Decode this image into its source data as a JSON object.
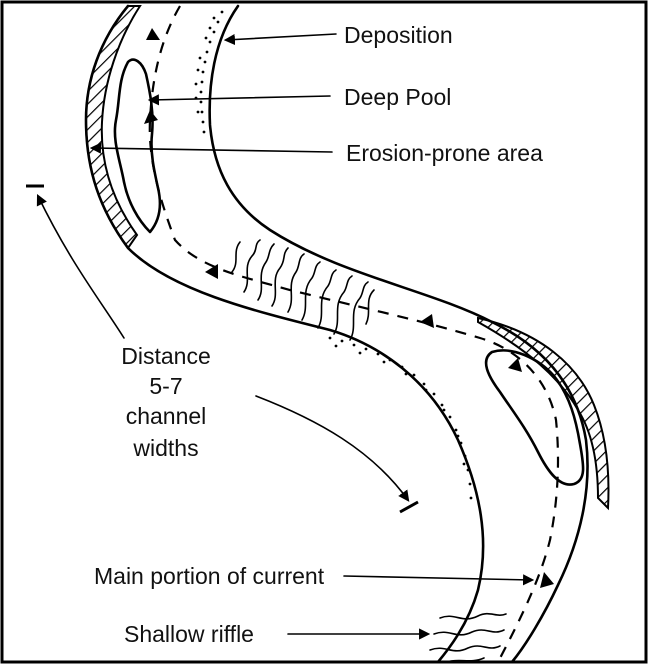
{
  "labels": {
    "deposition": "Deposition",
    "deep_pool": "Deep Pool",
    "erosion": "Erosion-prone area",
    "distance": [
      "Distance",
      "5-7",
      "channel",
      "widths"
    ],
    "main_current": "Main portion of current",
    "shallow_riffle": "Shallow riffle"
  }
}
